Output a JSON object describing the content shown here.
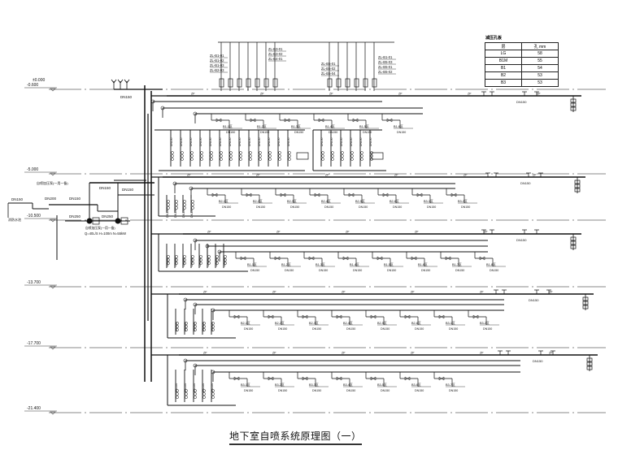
{
  "title": "地下室自喷系统原理图（一）",
  "levels": [
    {
      "tag": "±0.000",
      "elev": "-0.600"
    },
    {
      "tag": "",
      "elev": "-5.000"
    },
    {
      "tag": "",
      "elev": "-10.500"
    },
    {
      "tag": "",
      "elev": "-13.700"
    },
    {
      "tag": "",
      "elev": "-17.700"
    },
    {
      "tag": "",
      "elev": "-21.400"
    }
  ],
  "table": {
    "caption": "减压孔板",
    "headers": [
      "层",
      "孔 mm"
    ],
    "rows": [
      [
        "LG",
        "58"
      ],
      [
        "B1M",
        "55"
      ],
      [
        "B1",
        "54"
      ],
      [
        "B2",
        "53"
      ],
      [
        "B3",
        "53"
      ]
    ]
  },
  "riser_labels_left": [
    "ZL-B1-01",
    "ZL-B1-02",
    "ZL-B1-03",
    "ZL-B2-03"
  ],
  "riser_labels_mid": [
    "ZL-B3-01",
    "ZL-B3-02",
    "ZL-B4-01"
  ],
  "riser_labels_center": [
    "ZL-B5-01",
    "ZL-B5-02",
    "ZL-B5-04"
  ],
  "riser_labels_right": [
    "ZL-B1-01",
    "ZL-B5-03",
    "ZL-B5-01",
    "ZL-B5-02"
  ],
  "pipe_sizes": {
    "main": "DN150",
    "pump": "DN250",
    "suction": "DN200",
    "top": "DN150"
  },
  "pump_spec": "Q=40L/S H=100m N=55kW",
  "pump_label": "自喷加压泵(一用一备)",
  "tank_label": "消防水池",
  "zone_labels": [
    "B1-1区",
    "B1-2区",
    "B1-3区",
    "B1-4区",
    "B1-5区",
    "B1-6区",
    "B1-7区",
    "B1-8区",
    "B2-1区",
    "B2-2区",
    "B2-3区",
    "B2-4区",
    "B2-5区",
    "B2-6区",
    "B3-1区",
    "B3-2区",
    "B3-3区",
    "B3-4区",
    "B3-5区",
    "B3-6区",
    "B3-7区"
  ]
}
